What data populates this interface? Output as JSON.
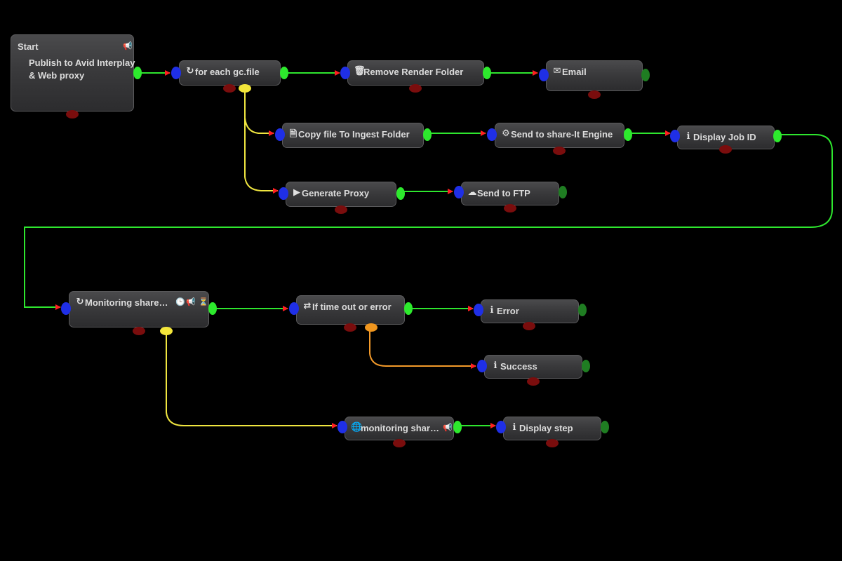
{
  "colors": {
    "background": "#000000",
    "success_wire": "#2ee62e",
    "loop_wire": "#f0e640",
    "alt_wire": "#f39a2a",
    "arrow": "#ff2020",
    "input_port": "#1f2fe6",
    "output_port": "#2dea2d",
    "error_port": "#7a0d0d"
  },
  "nodes": {
    "start": {
      "title": "Start",
      "subtitle": "Publish to Avid Interplay & Web proxy",
      "icon": "megaphone-icon"
    },
    "for_each": {
      "label": "for each gc.file",
      "icon": "refresh-icon"
    },
    "remove_render": {
      "label": "Remove Render Folder",
      "icon": "trash-icon"
    },
    "email": {
      "label": "Email",
      "icon": "envelope-icon"
    },
    "copy_file": {
      "label": "Copy file To Ingest Folder",
      "icon": "file-icon"
    },
    "send_engine": {
      "label": "Send to share-It Engine",
      "icon": "gear-icon"
    },
    "display_job": {
      "label": "Display Job ID",
      "icon": "info-icon"
    },
    "generate_proxy": {
      "label": "Generate Proxy",
      "icon": "play-icon"
    },
    "send_ftp": {
      "label": "Send to FTP",
      "icon": "cloud-upload-icon"
    },
    "monitoring": {
      "label": "Monitoring share…",
      "icon": "refresh-icon"
    },
    "if_timeout": {
      "label": "If time out or error",
      "icon": "shuffle-icon"
    },
    "error": {
      "label": "Error",
      "icon": "info-icon"
    },
    "success": {
      "label": "Success",
      "icon": "info-icon"
    },
    "monitoring_sub": {
      "label": "monitoring shar…",
      "icon": "globe-icon"
    },
    "display_step": {
      "label": "Display step",
      "icon": "info-icon"
    }
  }
}
